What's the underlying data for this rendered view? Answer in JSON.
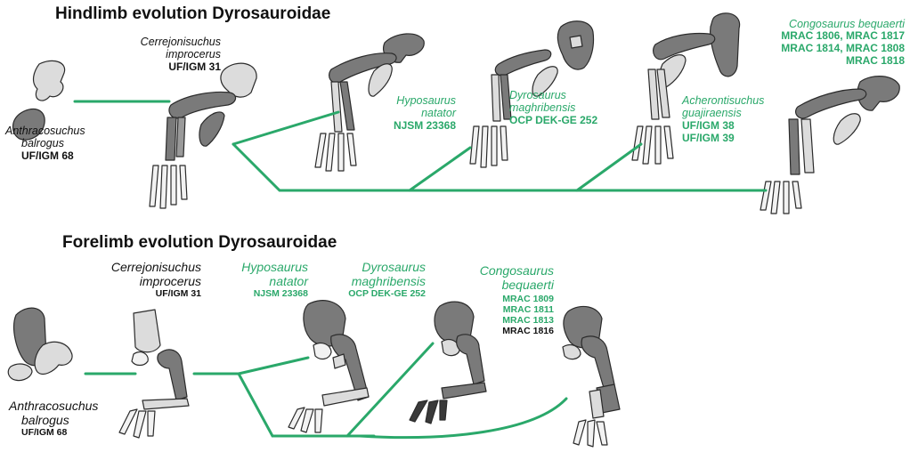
{
  "hindlimb": {
    "title": "Hindlimb evolution Dyrosauroidae",
    "taxa": {
      "anthracosuchus": {
        "name_line1": "Anthracosuchus",
        "name_line2": "balrogus",
        "specimen": "UF/IGM 68"
      },
      "cerrejonisuchus": {
        "name_line1": "Cerrejonisuchus",
        "name_line2": "improcerus",
        "specimen": "UF/IGM 31"
      },
      "hyposaurus": {
        "name_line1": "Hyposaurus",
        "name_line2": "natator",
        "specimen": "NJSM 23368"
      },
      "dyrosaurus": {
        "name_line1": "Dyrosaurus",
        "name_line2": "maghribensis",
        "specimen": "OCP DEK-GE 252"
      },
      "acherontisuchus": {
        "name_line1": "Acherontisuchus",
        "name_line2": "guajiraensis",
        "specimen_1": "UF/IGM 38",
        "specimen_2": "UF/IGM 39"
      },
      "congosaurus": {
        "name": "Congosaurus bequaerti",
        "specimen_1": "MRAC 1806, MRAC 1817",
        "specimen_2": "MRAC 1814, MRAC 1808",
        "specimen_3": "MRAC 1818"
      }
    }
  },
  "forelimb": {
    "title": "Forelimb evolution Dyrosauroidae",
    "taxa": {
      "cerrejonisuchus": {
        "name_line1": "Cerrejonisuchus",
        "name_line2": "improcerus",
        "specimen": "UF/IGM 31"
      },
      "hyposaurus": {
        "name_line1": "Hyposaurus",
        "name_line2": "natator",
        "specimen": "NJSM 23368"
      },
      "dyrosaurus": {
        "name_line1": "Dyrosaurus",
        "name_line2": "maghribensis",
        "specimen": "OCP DEK-GE 252"
      },
      "congosaurus": {
        "name_line1": "Congosaurus",
        "name_line2": "bequaerti",
        "specimen_1": "MRAC 1809",
        "specimen_2": "MRAC 1811",
        "specimen_3": "MRAC 1813",
        "specimen_4": "MRAC 1816"
      },
      "anthracosuchus": {
        "name_line1": "Anthracosuchus",
        "name_line2": "balrogus",
        "specimen": "UF/IGM 68"
      }
    }
  },
  "colors": {
    "tree_line": "#2aa86a",
    "bone_dark": "#7a7a7a",
    "bone_light": "#d9d9d9",
    "outline": "#2b2b2b"
  }
}
